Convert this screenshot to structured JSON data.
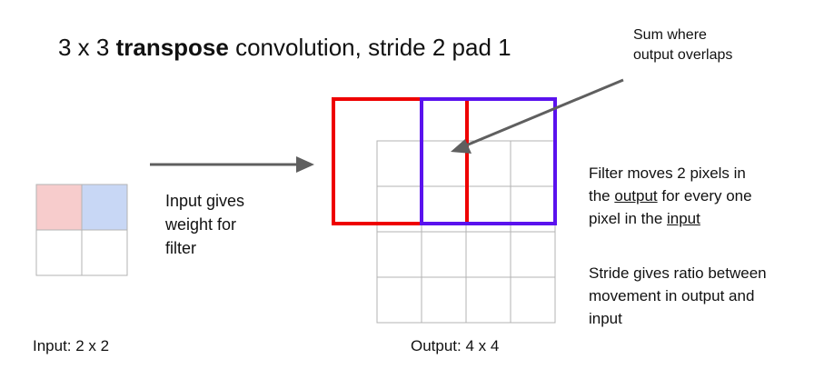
{
  "title": {
    "prefix": "3 x 3 ",
    "bold": "transpose",
    "suffix": " convolution, stride 2 pad 1"
  },
  "sum_note": [
    "Sum where",
    "output overlaps"
  ],
  "input_note": [
    "Input gives",
    "weight for",
    "filter"
  ],
  "filter_note": {
    "line1": "Filter moves 2 pixels in",
    "line2_pre": "the ",
    "line2_u": "output",
    "line2_post": " for every one",
    "line3_pre": "pixel in the ",
    "line3_u": "input"
  },
  "stride_note": [
    "Stride gives ratio between",
    "movement in output and",
    "input"
  ],
  "input_label": "Input: 2 x 2",
  "output_label": "Output: 4 x 4",
  "colors": {
    "red_filter": "#ee0000",
    "blue_filter": "#5a12ee",
    "input_cell_red": "#f7cccc",
    "input_cell_blue": "#c8d7f5",
    "grid_line": "#b3b3b3",
    "arrow": "#5f5f5f"
  }
}
